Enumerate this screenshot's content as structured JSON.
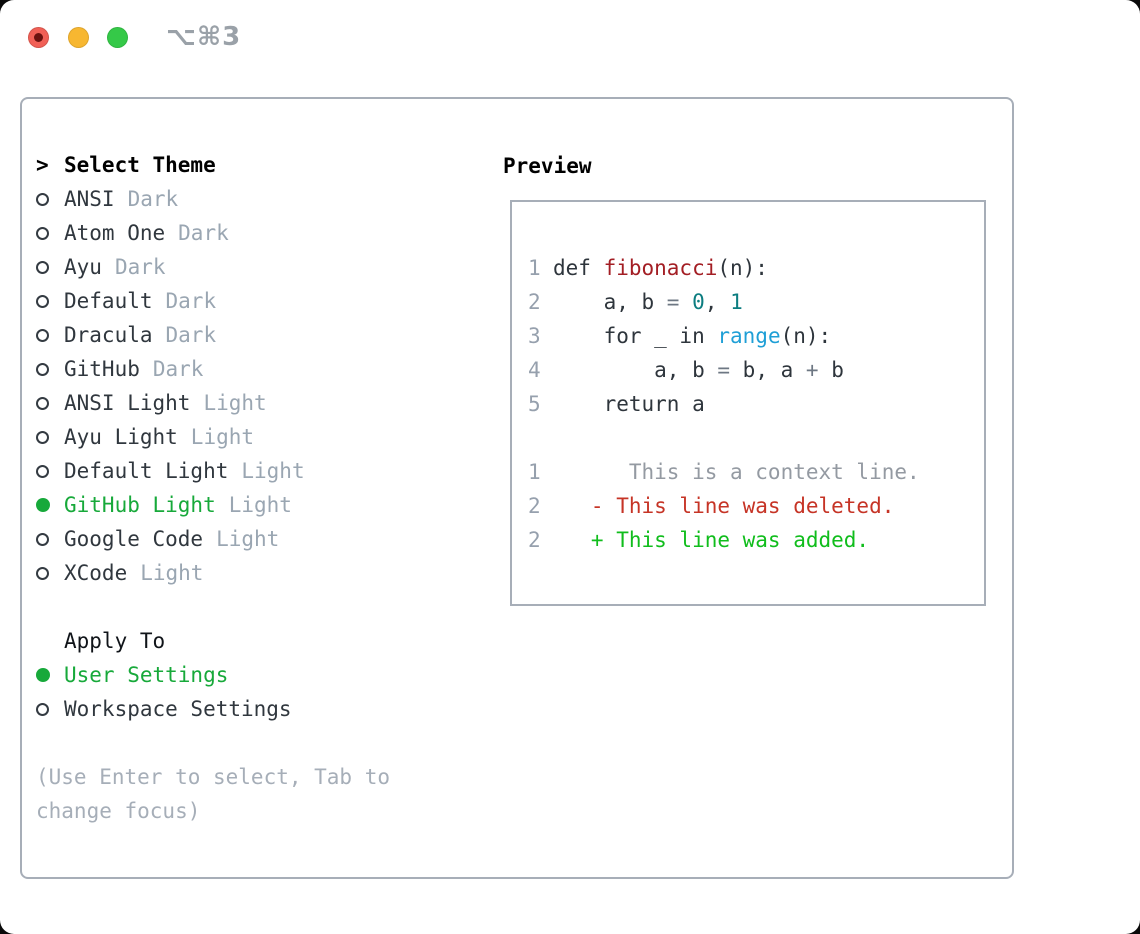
{
  "window": {
    "title": "⌥⌘3",
    "traffic_lights": [
      "close",
      "minimize",
      "zoom"
    ]
  },
  "theme_picker": {
    "cursor": ">",
    "header": "Select Theme",
    "items": [
      {
        "label": "ANSI",
        "variant": "Dark",
        "selected": false
      },
      {
        "label": "Atom One",
        "variant": "Dark",
        "selected": false
      },
      {
        "label": "Ayu",
        "variant": "Dark",
        "selected": false
      },
      {
        "label": "Default",
        "variant": "Dark",
        "selected": false
      },
      {
        "label": "Dracula",
        "variant": "Dark",
        "selected": false
      },
      {
        "label": "GitHub",
        "variant": "Dark",
        "selected": false
      },
      {
        "label": "ANSI Light",
        "variant": "Light",
        "selected": false
      },
      {
        "label": "Ayu Light",
        "variant": "Light",
        "selected": false
      },
      {
        "label": "Default Light",
        "variant": "Light",
        "selected": false
      },
      {
        "label": "GitHub Light",
        "variant": "Light",
        "selected": true
      },
      {
        "label": "Google Code",
        "variant": "Light",
        "selected": false
      },
      {
        "label": "XCode",
        "variant": "Light",
        "selected": false
      }
    ]
  },
  "apply_to": {
    "header": "Apply To",
    "items": [
      {
        "label": "User Settings",
        "selected": true
      },
      {
        "label": "Workspace Settings",
        "selected": false
      }
    ]
  },
  "hint_lines": [
    "(Use Enter to select, Tab to",
    "change focus)"
  ],
  "preview": {
    "header": "Preview",
    "lines": [
      {
        "num": "1",
        "tokens": [
          {
            "t": "def ",
            "c": "plain"
          },
          {
            "t": "fibonacci",
            "c": "func"
          },
          {
            "t": "(n):",
            "c": "plain"
          }
        ]
      },
      {
        "num": "2",
        "tokens": [
          {
            "t": "    a, b ",
            "c": "plain"
          },
          {
            "t": "=",
            "c": "op"
          },
          {
            "t": " ",
            "c": "plain"
          },
          {
            "t": "0",
            "c": "const"
          },
          {
            "t": ", ",
            "c": "plain"
          },
          {
            "t": "1",
            "c": "const"
          }
        ]
      },
      {
        "num": "3",
        "tokens": [
          {
            "t": "    for _ in ",
            "c": "plain"
          },
          {
            "t": "range",
            "c": "call"
          },
          {
            "t": "(n):",
            "c": "plain"
          }
        ]
      },
      {
        "num": "4",
        "tokens": [
          {
            "t": "        a, b ",
            "c": "plain"
          },
          {
            "t": "=",
            "c": "op"
          },
          {
            "t": " b, a ",
            "c": "plain"
          },
          {
            "t": "+",
            "c": "op"
          },
          {
            "t": " b",
            "c": "plain"
          }
        ]
      },
      {
        "num": "5",
        "tokens": [
          {
            "t": "    return a",
            "c": "plain"
          }
        ]
      },
      {
        "num": "",
        "tokens": []
      },
      {
        "num": "1",
        "tokens": [
          {
            "t": "      This is a context line.",
            "c": "context"
          }
        ]
      },
      {
        "num": "2",
        "tokens": [
          {
            "t": "   - This line was deleted.",
            "c": "del"
          }
        ]
      },
      {
        "num": "2",
        "tokens": [
          {
            "t": "   + This line was added.",
            "c": "add"
          }
        ]
      }
    ]
  },
  "colors": {
    "green": "#17a93a",
    "add-green": "#10bd1c",
    "del-red": "#c63426",
    "func-red": "#a31e24",
    "const-teal": "#0c7d80",
    "call-blue": "#1f9fd6",
    "linenum": "#96a0ad",
    "tl-red": "#f16056",
    "tl-red-dot": "#6b120f",
    "tl-yellow": "#f7b731",
    "tl-green": "#35c948"
  }
}
